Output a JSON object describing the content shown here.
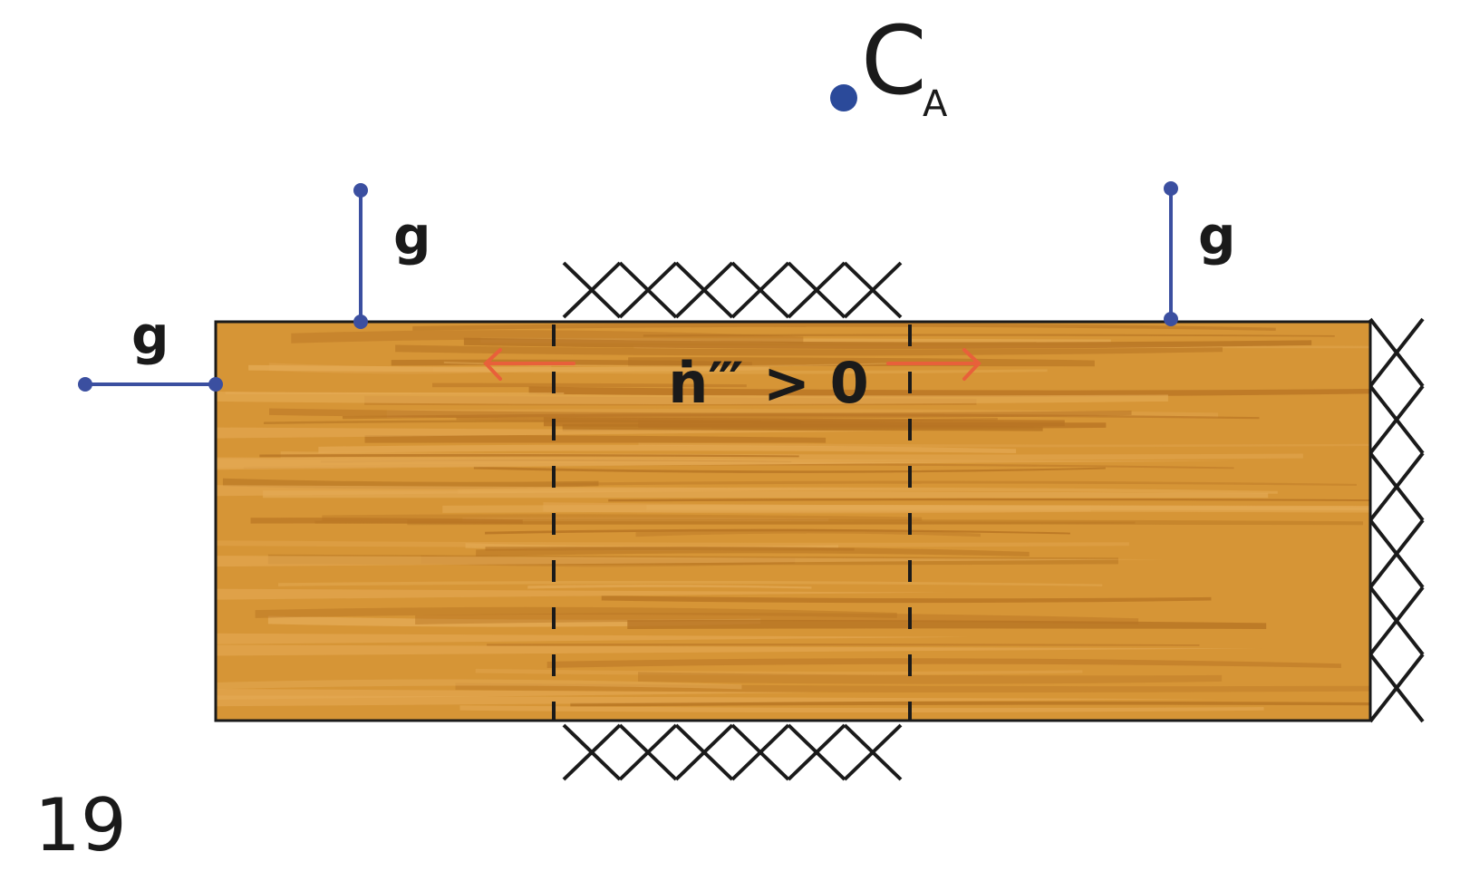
{
  "figure": {
    "page_number": "19",
    "point": {
      "main": "C",
      "subscript": "A"
    },
    "region_label": "ṅ‴ > 0",
    "generator_label": "g",
    "colors": {
      "wood": "#D69536",
      "wood_light": "#E4AA55",
      "wood_dark": "#B77423",
      "outline": "#1a1a1a",
      "generator_blue": "#3b4fa0",
      "point_blue": "#2b4a9a",
      "arrow_red": "#E8603A"
    }
  }
}
